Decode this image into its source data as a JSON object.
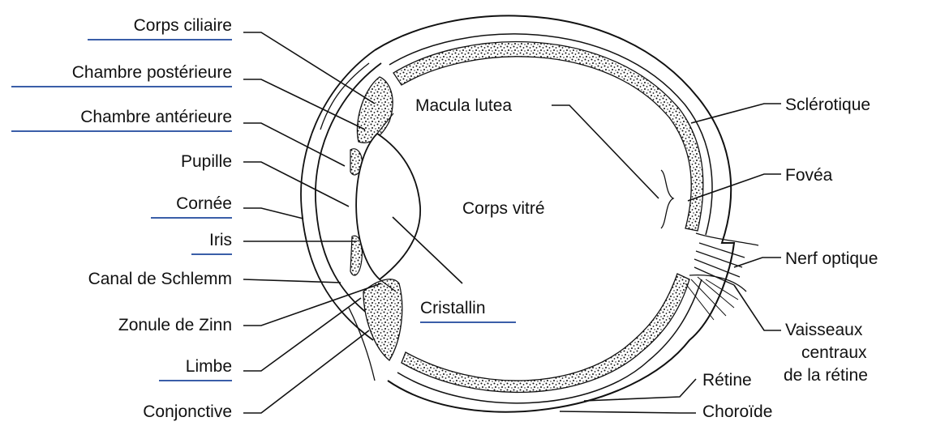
{
  "labels": {
    "corps_ciliaire": "Corps ciliaire",
    "chambre_posterieure": "Chambre postérieure",
    "chambre_anterieure": "Chambre antérieure",
    "pupille": "Pupille",
    "cornee": "Cornée",
    "iris": "Iris",
    "canal_de_schlemm": "Canal de Schlemm",
    "zonule_de_zinn": "Zonule de Zinn",
    "limbe": "Limbe",
    "conjonctive": "Conjonctive",
    "macula_lutea": "Macula lutea",
    "corps_vitre": "Corps vitré",
    "cristallin": "Cristallin",
    "sclerotique": "Sclérotique",
    "fovea": "Fovéa",
    "nerf_optique": "Nerf optique",
    "vaisseaux_centraux": "Vaisseaux",
    "vaisseaux_centraux_2": "centraux",
    "vaisseaux_centraux_3": "de la rétine",
    "retine": "Rétine",
    "choroide": "Choroïde"
  },
  "colors": {
    "underline": "#3a5ea8",
    "line": "#111111"
  }
}
